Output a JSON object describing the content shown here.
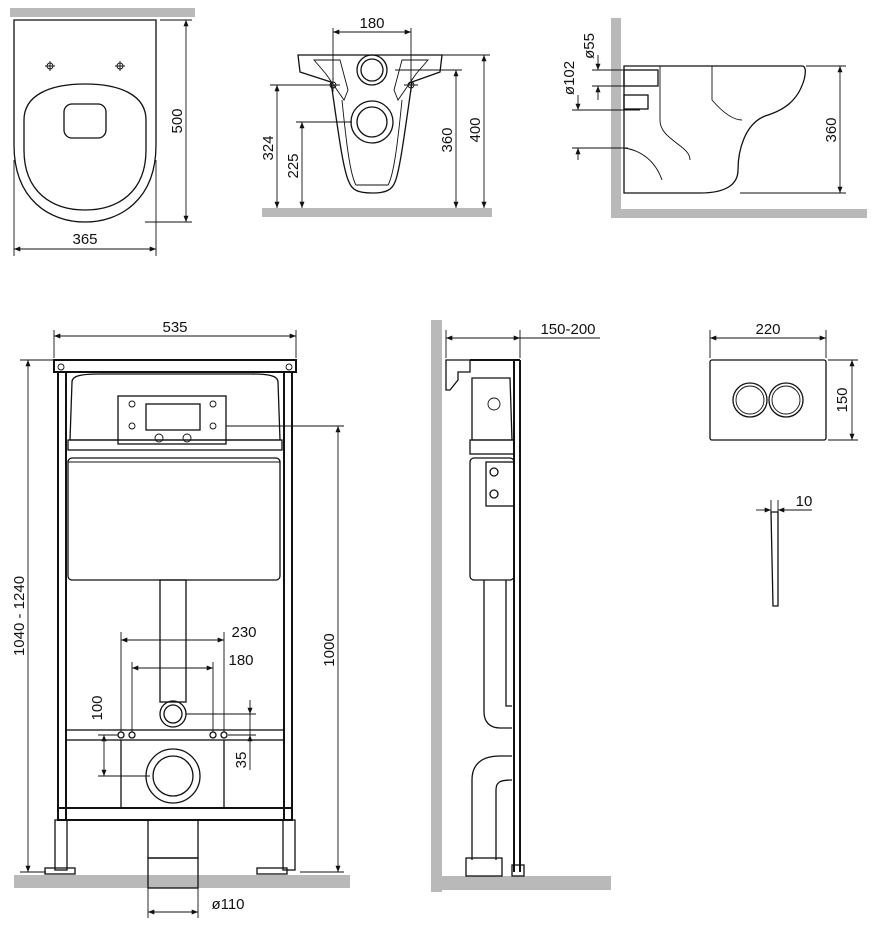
{
  "bowl_top": {
    "width": "365",
    "depth": "500"
  },
  "bowl_front": {
    "hole_spacing": "180",
    "h_upper": "324",
    "h_lower": "225",
    "h_inlet": "360",
    "h_total": "400"
  },
  "bowl_side": {
    "d_inlet": "ø55",
    "d_outlet": "ø102",
    "height": "360"
  },
  "frame_front": {
    "width": "535",
    "height_range": "1040 - 1240",
    "height_tank": "1000",
    "bolt_outer": "230",
    "bolt_inner": "180",
    "v_100": "100",
    "v_35": "35",
    "pipe_d": "ø110"
  },
  "frame_side": {
    "depth_range": "150-200"
  },
  "plate": {
    "width": "220",
    "height": "150",
    "thickness": "10"
  }
}
